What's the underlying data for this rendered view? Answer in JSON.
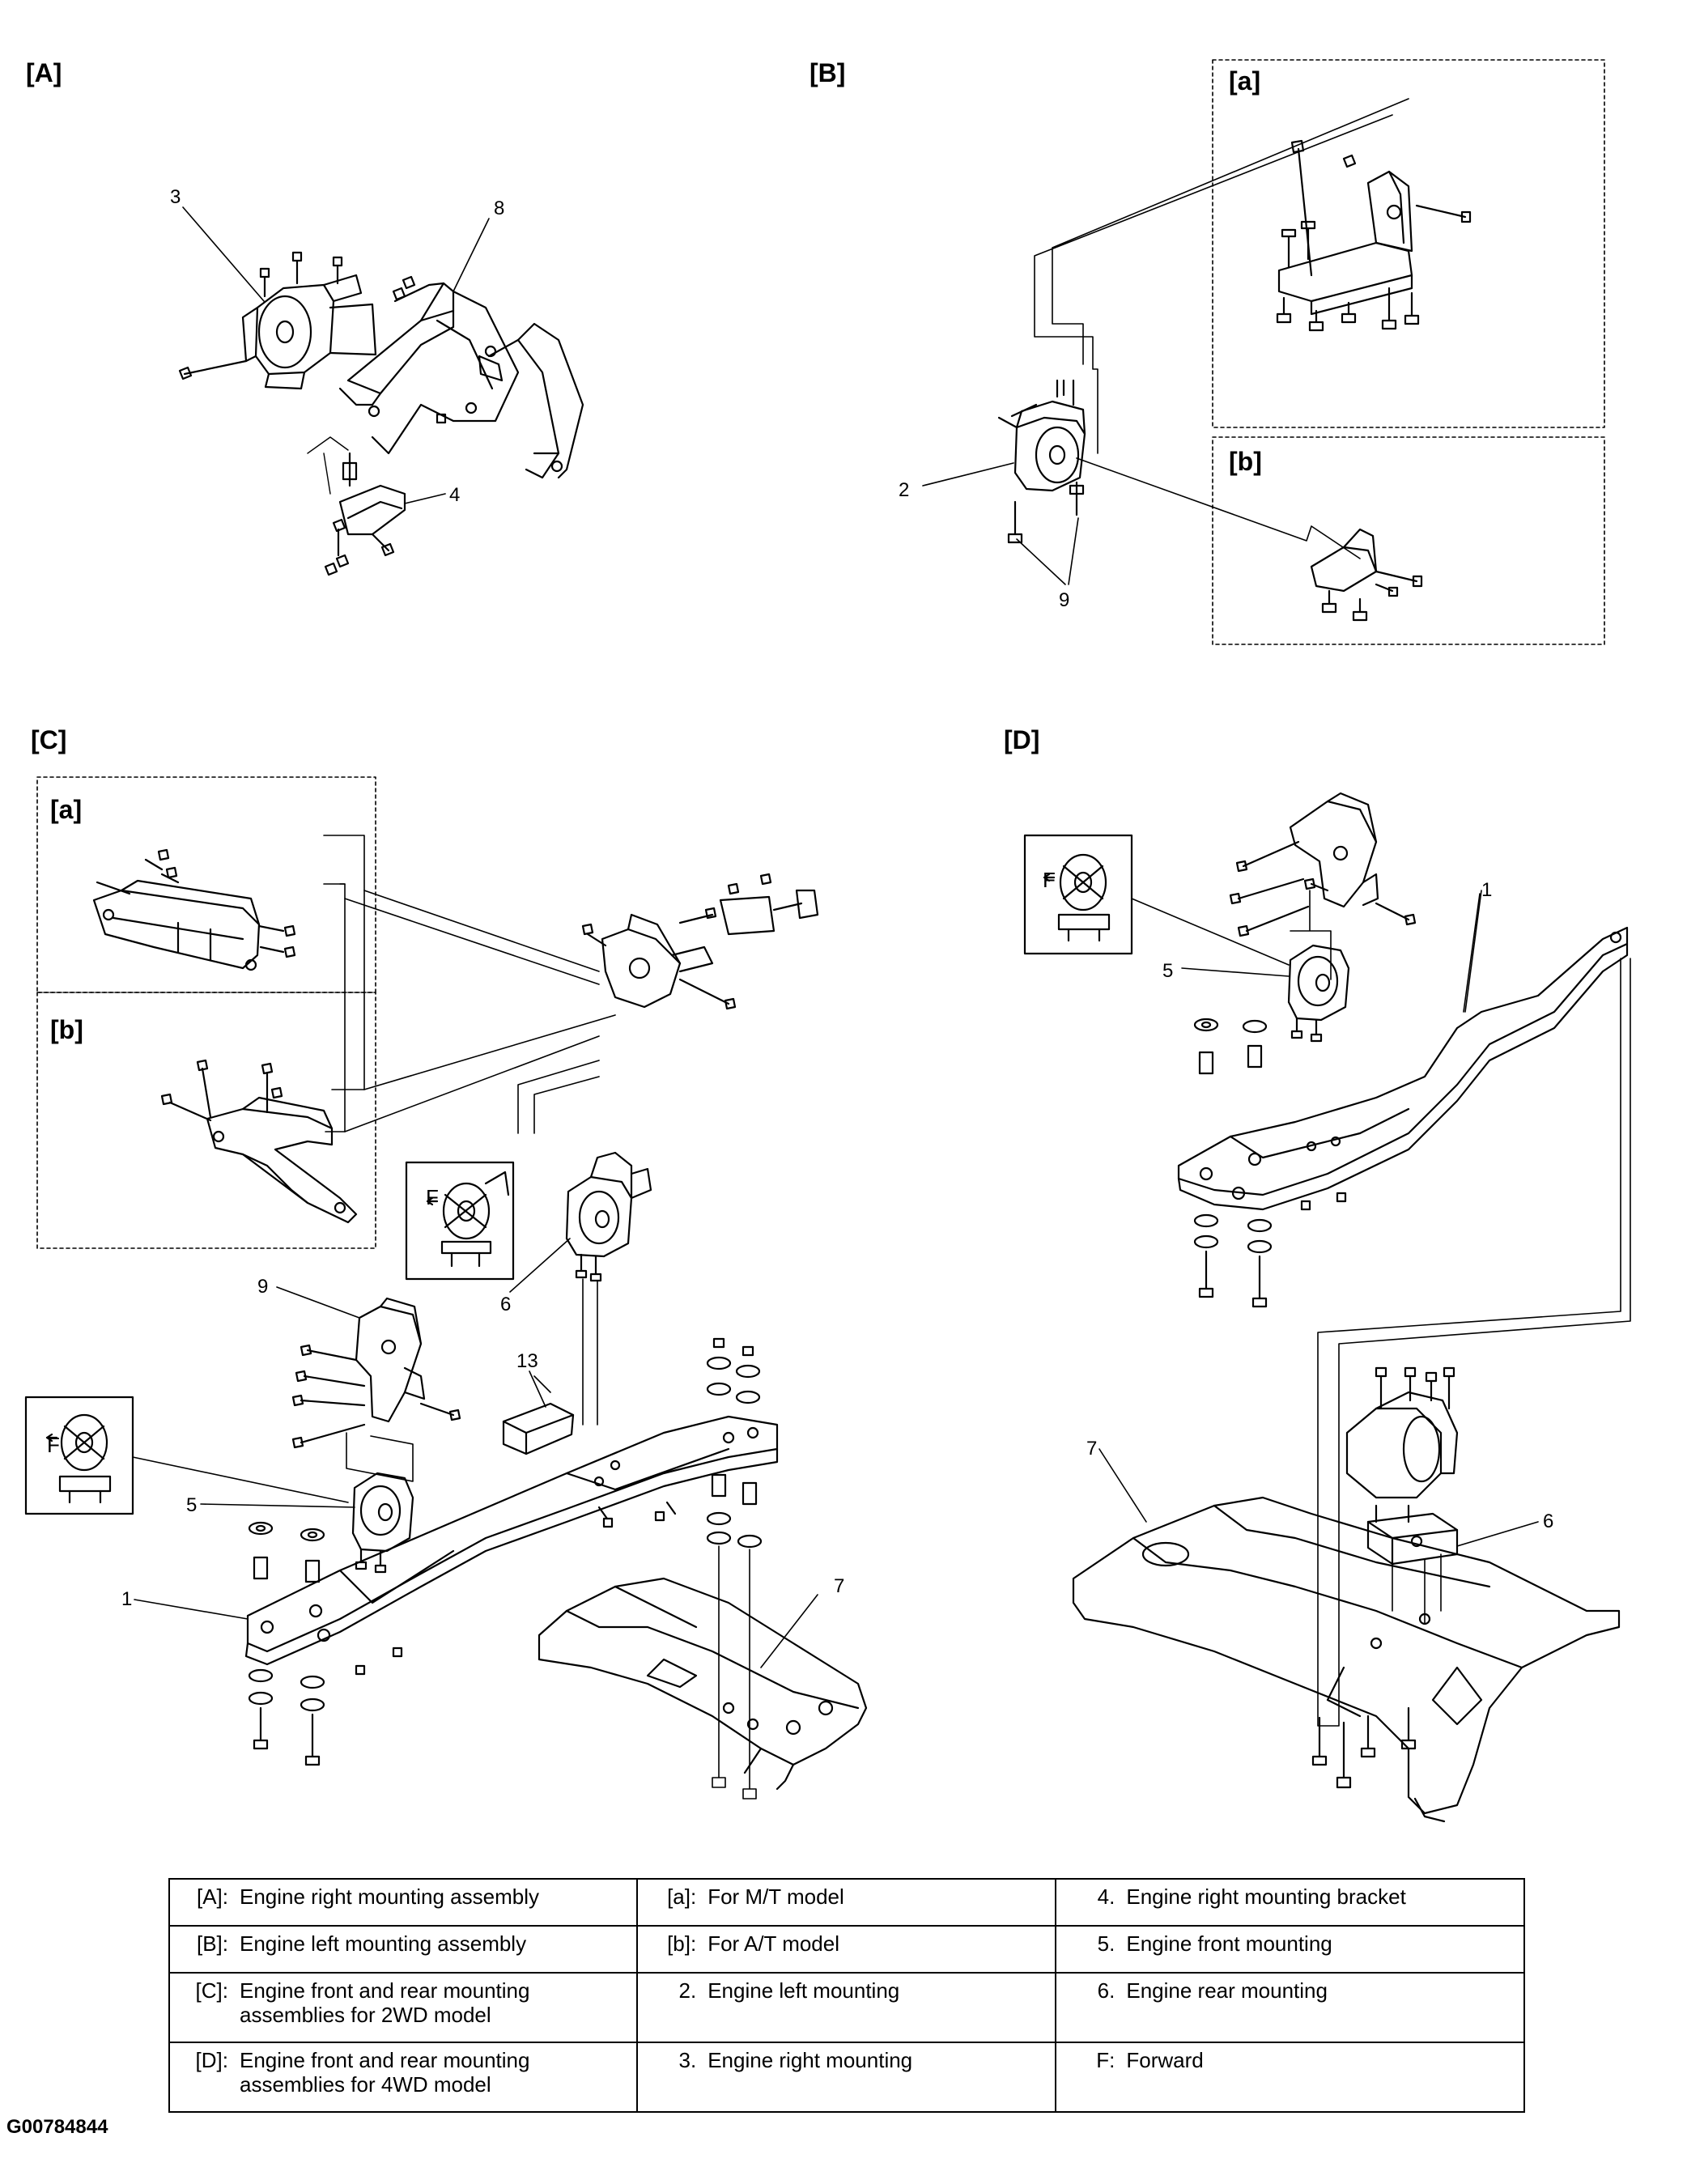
{
  "panels": {
    "A": {
      "label": "[A]",
      "callouts": [
        "3",
        "8",
        "4"
      ]
    },
    "B": {
      "label": "[B]",
      "sub_a": "[a]",
      "sub_b": "[b]",
      "callouts": [
        "2",
        "9"
      ]
    },
    "C": {
      "label": "[C]",
      "sub_a": "[a]",
      "sub_b": "[b]",
      "forward": "F",
      "callouts": [
        "9",
        "13",
        "6",
        "5",
        "1",
        "7"
      ]
    },
    "D": {
      "label": "[D]",
      "forward": "F",
      "callouts": [
        "5",
        "1",
        "7",
        "6"
      ]
    }
  },
  "legend": {
    "rows": [
      [
        {
          "code": "[A]:",
          "text": "Engine right mounting assembly"
        },
        {
          "code": "[a]:",
          "text": "For M/T model"
        },
        {
          "code": "4.",
          "text": "Engine right mounting bracket"
        }
      ],
      [
        {
          "code": "[B]:",
          "text": "Engine left mounting assembly"
        },
        {
          "code": "[b]:",
          "text": "For A/T model"
        },
        {
          "code": "5.",
          "text": "Engine front mounting"
        }
      ],
      [
        {
          "code": "[C]:",
          "text": "Engine front and rear mounting assemblies for 2WD model"
        },
        {
          "code": "2.",
          "text": "Engine left mounting"
        },
        {
          "code": "6.",
          "text": "Engine rear mounting"
        }
      ],
      [
        {
          "code": "[D]:",
          "text": "Engine front and rear mounting assemblies for 4WD model"
        },
        {
          "code": "3.",
          "text": "Engine right mounting"
        },
        {
          "code": "F:",
          "text": "Forward"
        }
      ]
    ]
  },
  "figure_id": "G00784844"
}
